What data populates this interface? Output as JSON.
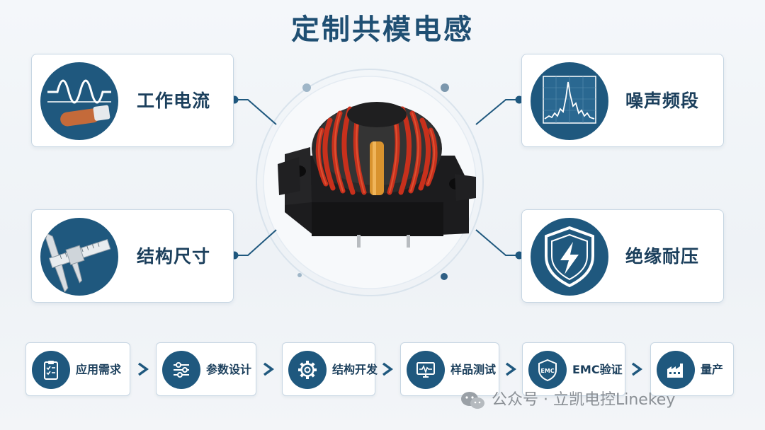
{
  "title": "定制共模电感",
  "features": {
    "current": "工作电流",
    "noise": "噪声频段",
    "structure": "结构尺寸",
    "voltage": "绝缘耐压"
  },
  "process": [
    {
      "label": "应用需求",
      "icon": "clipboard-icon"
    },
    {
      "label": "参数设计",
      "icon": "sliders-icon"
    },
    {
      "label": "结构开发",
      "icon": "gear-icon"
    },
    {
      "label": "样品测试",
      "icon": "monitor-icon"
    },
    {
      "label": "EMC验证",
      "icon": "emc-shield-icon"
    },
    {
      "label": "量产",
      "icon": "factory-icon"
    }
  ],
  "emc_badge": "EMC",
  "watermark": "公众号 · 立凯电控Linekey",
  "colors": {
    "primary": "#1f587e",
    "title": "#1f4f73",
    "copper": "#c8301c",
    "core": "#2a2a2a"
  }
}
